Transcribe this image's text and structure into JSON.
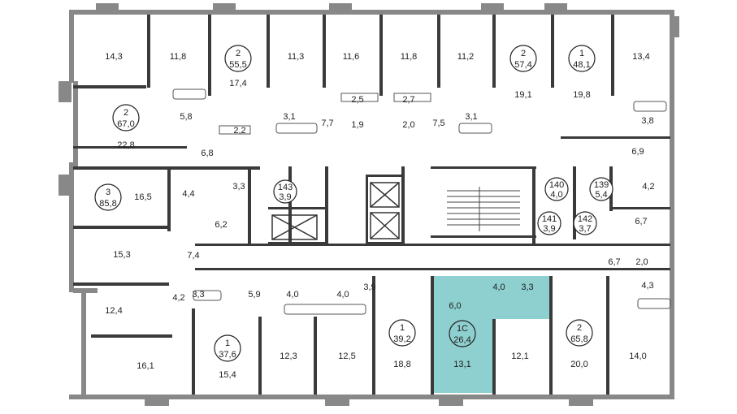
{
  "colors": {
    "highlight": "#8ecfcf",
    "wall_dark": "#3a3a3a",
    "wall_outer": "#888888",
    "text": "#222222"
  },
  "apartments": [
    {
      "rooms": "2",
      "area": "55,5"
    },
    {
      "rooms": "2",
      "area": "57,4"
    },
    {
      "rooms": "1",
      "area": "48,1"
    },
    {
      "rooms": "2",
      "area": "67,0"
    },
    {
      "rooms": "3",
      "area": "85,8"
    },
    {
      "rooms": "1",
      "area": "37,6"
    },
    {
      "rooms": "1",
      "area": "39,2"
    },
    {
      "rooms": "1С",
      "area": "26,4"
    },
    {
      "rooms": "2",
      "area": "65,8"
    }
  ],
  "storage_units": [
    {
      "number": "143",
      "area": "3,9"
    },
    {
      "number": "140",
      "area": "4,0"
    },
    {
      "number": "139",
      "area": "5,4"
    },
    {
      "number": "141",
      "area": "3,9"
    },
    {
      "number": "142",
      "area": "3,7"
    }
  ],
  "room_areas": [
    "14,3",
    "11,8",
    "17,4",
    "11,3",
    "11,6",
    "11,8",
    "11,2",
    "19,1",
    "19,8",
    "13,4",
    "5,8",
    "2,2",
    "3,1",
    "7,7",
    "2,5",
    "1,9",
    "2,7",
    "2,0",
    "7,5",
    "3,1",
    "22,8",
    "6,8",
    "3,8",
    "6,9",
    "16,5",
    "4,4",
    "3,3",
    "4,2",
    "6,2",
    "6,7",
    "15,3",
    "7,4",
    "2,0",
    "6,7",
    "4,3",
    "3,3",
    "5,9",
    "4,0",
    "4,0",
    "3,9",
    "6,0",
    "4,0",
    "3,3",
    "4,2",
    "12,4",
    "16,1",
    "15,4",
    "12,3",
    "12,5",
    "18,8",
    "13,1",
    "12,1",
    "20,0",
    "14,0"
  ]
}
